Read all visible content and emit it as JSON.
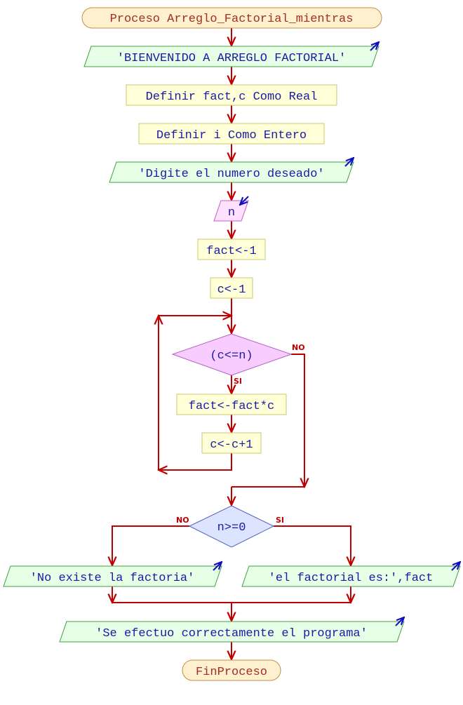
{
  "colors": {
    "flow_line": "#c00000",
    "text_blue": "#1a1aa6",
    "text_brown": "#a03020",
    "terminal_fill": "#fff0d0",
    "io_fill": "#e6ffe6",
    "process_fill": "#ffffd8",
    "input_fill": "#ffe0ff",
    "condition_fill": "#f8ccff",
    "condition2_fill": "#dde4ff"
  },
  "flowchart": {
    "start": "Proceso Arreglo_Factorial_mientras",
    "welcome_output": "'BIENVENIDO A ARREGLO FACTORIAL'",
    "define_fact": "Definir fact,c Como Real",
    "define_i": "Definir i Como Entero",
    "prompt_output": "'Digite el numero deseado'",
    "read_n": "n",
    "assign_fact": "fact<-1",
    "assign_c": "c<-1",
    "loop_condition": "(c<=n)",
    "loop_yes": "SI",
    "loop_no": "NO",
    "loop_body_fact": "fact<-fact*c",
    "loop_body_c": "c<-c+1",
    "if_condition": "n>=0",
    "if_no": "NO",
    "if_yes": "SI",
    "output_no": "'No existe la factoria'",
    "output_yes": "'el factorial es:',fact",
    "final_output": "'Se efectuo correctamente el programa'",
    "end": "FinProceso"
  }
}
